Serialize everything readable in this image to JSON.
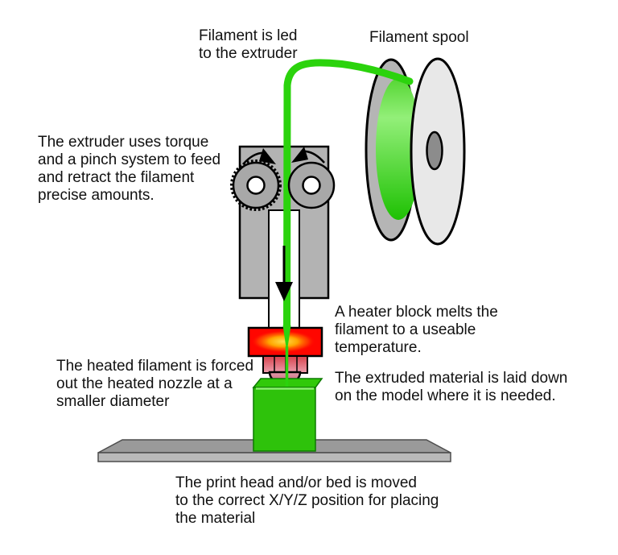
{
  "labels": {
    "filament_led": "Filament is led\nto the extruder",
    "filament_spool": "Filament spool",
    "extruder_torque": "The extruder uses torque\nand a pinch system to feed\nand retract the filament\nprecise amounts.",
    "heater_block": "A heater block melts the\nfilament to a useable\ntemperature.",
    "extruded_material": "The extruded material is laid down\non the model where it is needed.",
    "heated_filament": "The heated filament is forced\nout the heated nozzle at a\nsmaller diameter",
    "print_head": "The print head and/or bed is moved\nto the correct X/Y/Z position for placing\nthe material"
  },
  "colors": {
    "filament_green": "#2bd30d",
    "spool_front": "#e8e8e8",
    "spool_back": "#b5b5b5",
    "spool_hub": "#8c8c8c",
    "extruder_body": "#b3b3b3",
    "wheel_gray": "#a8a8a8",
    "heater_red": "#ff0600",
    "model_green": "#2ec20b",
    "bed_top": "#9a9a9a",
    "bed_front": "#b9b9b9"
  }
}
